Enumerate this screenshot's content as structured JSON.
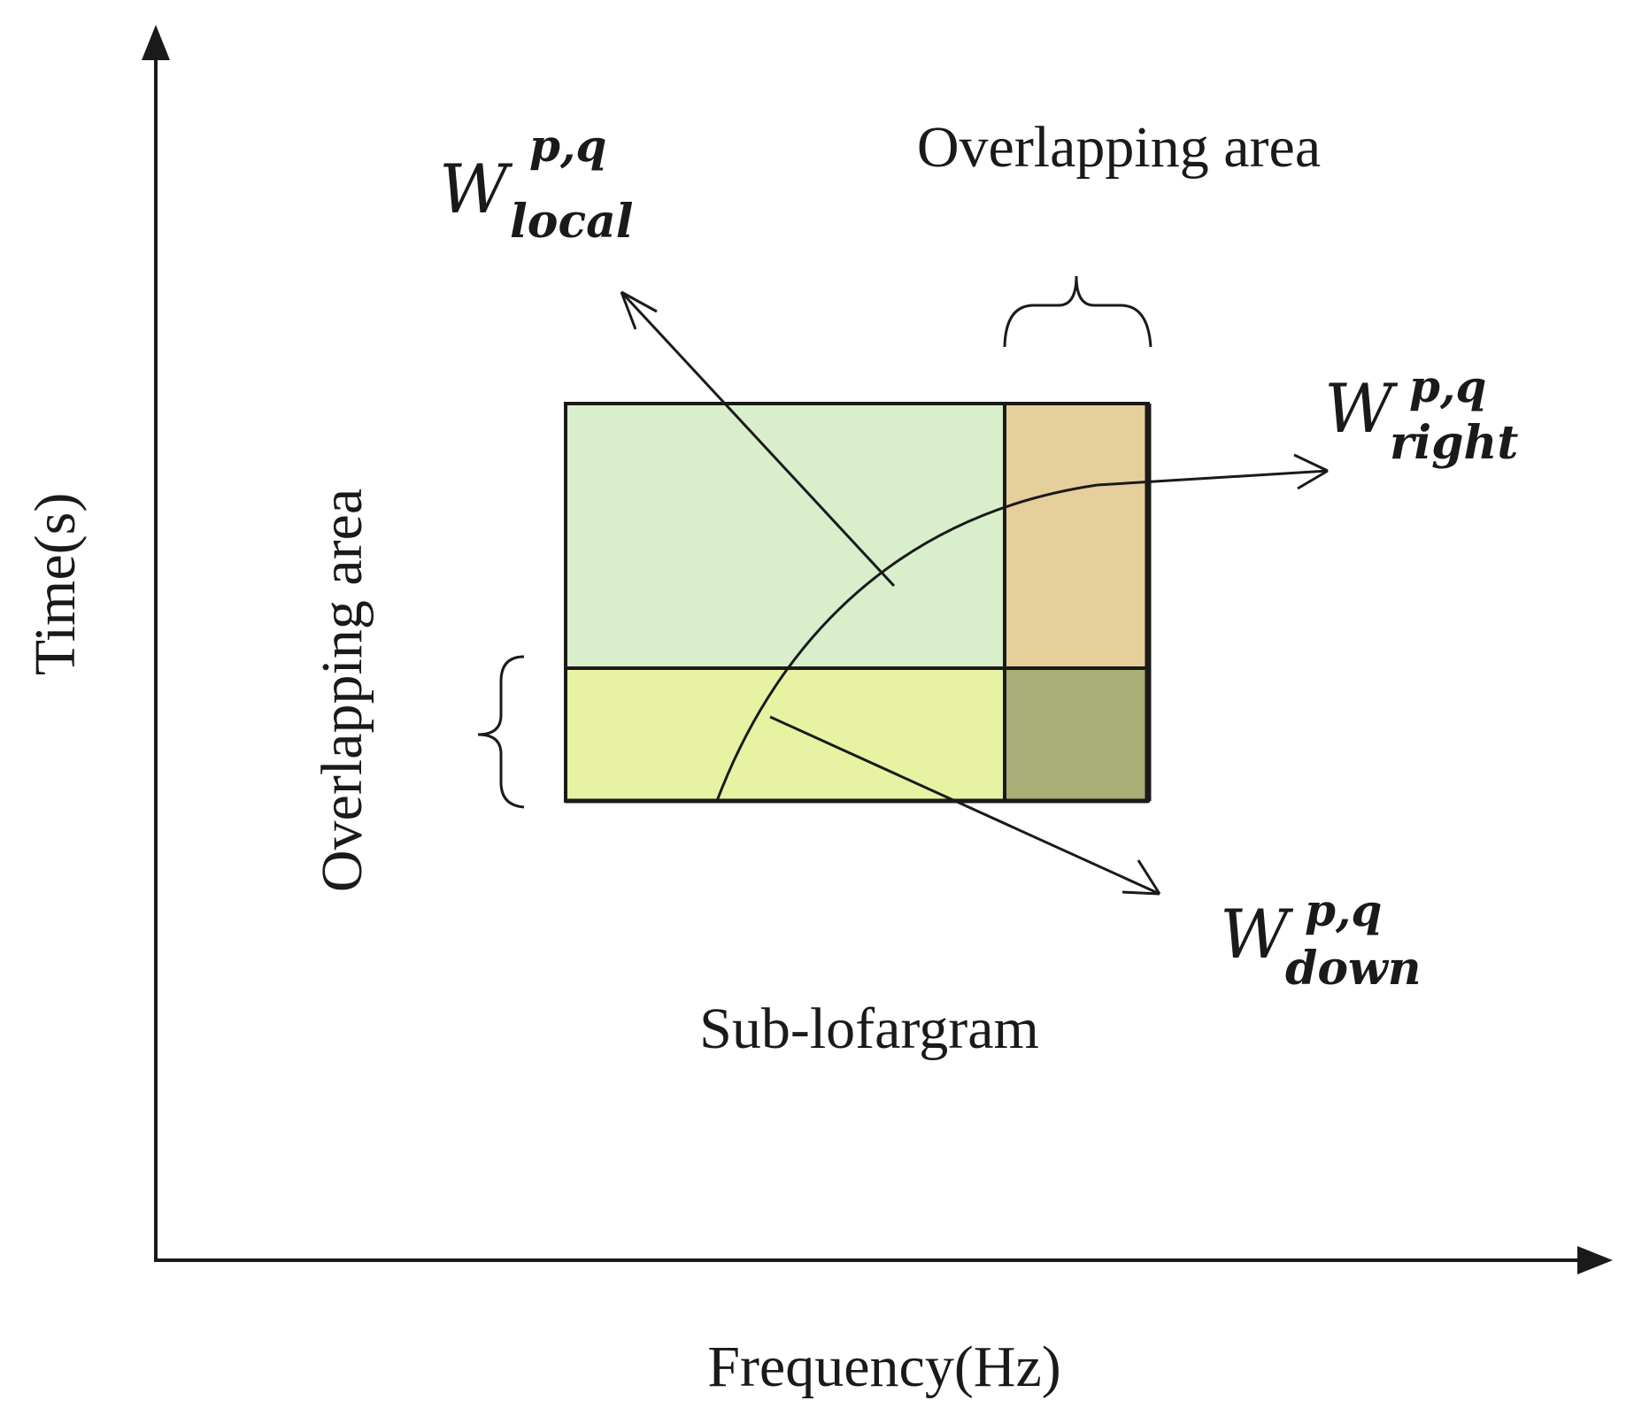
{
  "axes": {
    "x_label": "Frequency(Hz)",
    "y_label": "Time(s)"
  },
  "labels": {
    "overlap_top": "Overlapping area",
    "overlap_left": "Overlapping area",
    "sub_lofargram": "Sub-lofargram"
  },
  "weights": {
    "local": {
      "base": "W",
      "sup": "p,q",
      "sub": "local"
    },
    "right": {
      "base": "W",
      "sup": "p,q",
      "sub": "right"
    },
    "down": {
      "base": "W",
      "sup": "p,q",
      "sub": "down"
    }
  },
  "colors": {
    "local_region": "#d9efcb",
    "right_overlap": "#e5cf9b",
    "down_overlap": "#e7f3a3",
    "corner_overlap": "#a9ad76",
    "ink": "#1a1a1a"
  }
}
